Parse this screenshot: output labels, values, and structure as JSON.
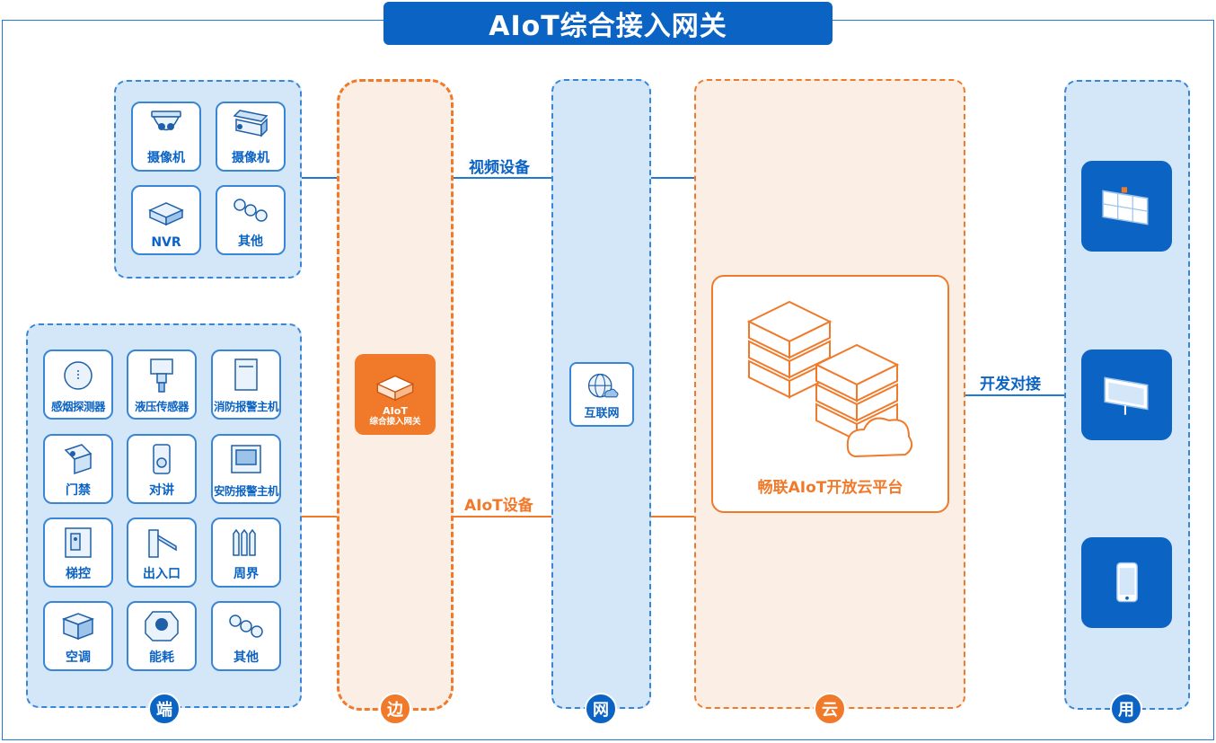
{
  "title": "AIoT综合接入网关",
  "video_group": [
    {
      "label": "摄像机",
      "icon": "dome-camera-icon"
    },
    {
      "label": "摄像机",
      "icon": "bullet-camera-icon"
    },
    {
      "label": "NVR",
      "icon": "nvr-icon"
    },
    {
      "label": "其他",
      "icon": "other-dots-icon"
    }
  ],
  "aiot_group": [
    {
      "label": "感烟探测器",
      "icon": "smoke-detector-icon"
    },
    {
      "label": "液压传感器",
      "icon": "hydraulic-sensor-icon"
    },
    {
      "label": "消防报警主机",
      "icon": "fire-alarm-host-icon"
    },
    {
      "label": "门禁",
      "icon": "access-control-icon"
    },
    {
      "label": "对讲",
      "icon": "intercom-icon"
    },
    {
      "label": "安防报警主机",
      "icon": "security-alarm-host-icon"
    },
    {
      "label": "梯控",
      "icon": "elevator-control-icon"
    },
    {
      "label": "出入口",
      "icon": "barrier-gate-icon"
    },
    {
      "label": "周界",
      "icon": "perimeter-fence-icon"
    },
    {
      "label": "空调",
      "icon": "air-conditioner-icon"
    },
    {
      "label": "能耗",
      "icon": "energy-meter-icon"
    },
    {
      "label": "其他",
      "icon": "other-dots-icon"
    }
  ],
  "links": {
    "video": "视频设备",
    "aiot": "AIoT设备",
    "open": "开发对接"
  },
  "gateway": {
    "line1": "AIoT",
    "line2": "综合接入网关"
  },
  "internet": {
    "label": "互联网"
  },
  "cloud": {
    "label": "畅联AIoT开放云平台"
  },
  "columns": {
    "end": "端",
    "edge": "边",
    "net": "网",
    "cloud": "云",
    "use": "用"
  },
  "apps": [
    "video-wall-icon",
    "monitor-icon",
    "smartphone-icon"
  ],
  "colors": {
    "blue": "#0b63c4",
    "orange": "#f07a2a",
    "light_blue": "#d4e7f8",
    "light_orange": "#fbeee5"
  }
}
